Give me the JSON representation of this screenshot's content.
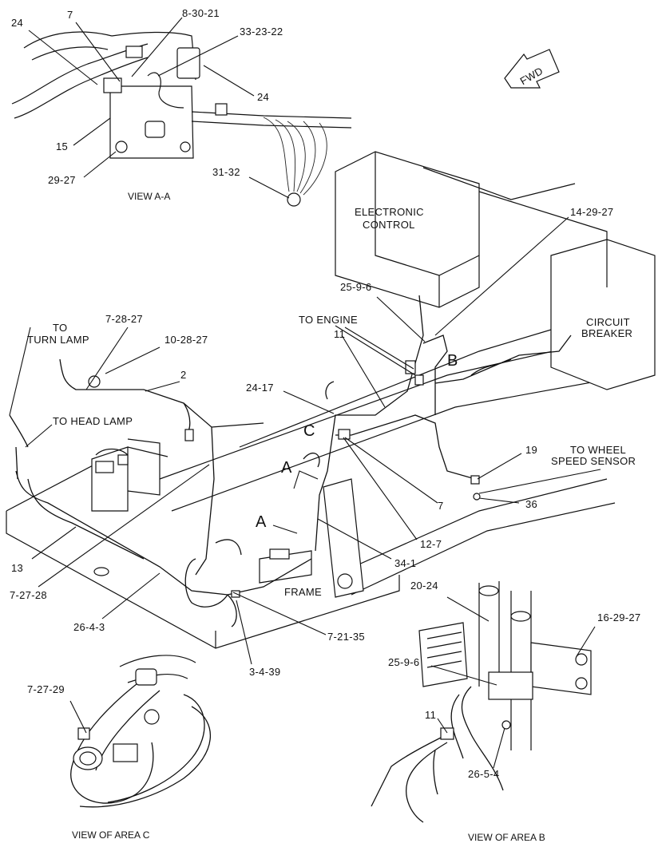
{
  "callouts": {
    "c24_top": "24",
    "c7_top": "7",
    "c8_30_21": "8-30-21",
    "c33_23_22": "33-23-22",
    "c24_right": "24",
    "c15": "15",
    "c29_27": "29-27",
    "c31_32": "31-32",
    "c14_29_27": "14-29-27",
    "c25_9_6": "25-9-6",
    "c11": "11",
    "c7_28_27": "7-28-27",
    "c10_28_27": "10-28-27",
    "c2": "2",
    "c24_17": "24-17",
    "c19": "19",
    "c36": "36",
    "c7_mid": "7",
    "c12_7": "12-7",
    "c34_1": "34-1",
    "c13": "13",
    "c7_27_28": "7-27-28",
    "c26_4_3": "26-4-3",
    "c7_21_35": "7-21-35",
    "c3_4_39": "3-4-39",
    "c20_24": "20-24",
    "c16_29_27": "16-29-27",
    "c25_9_6_b": "25-9-6",
    "c11_b": "11",
    "c26_5_4": "26-5-4",
    "c7_27_29": "7-27-29"
  },
  "labels": {
    "fwd": "FWD",
    "electronic": "ELECTRONIC",
    "control": "CONTROL",
    "circuit": "CIRCUIT",
    "breaker": "BREAKER",
    "to_engine": "TO ENGINE",
    "to": "TO",
    "turn_lamp": "TURN LAMP",
    "to_head_lamp": "TO HEAD LAMP",
    "to_wheel": "TO WHEEL",
    "speed_sensor": "SPEED SENSOR",
    "frame": "FRAME",
    "letter_b": "B",
    "letter_c": "C",
    "letter_a1": "A",
    "letter_a2": "A"
  },
  "views": {
    "view_aa": "VIEW A-A",
    "area_c": "VIEW OF AREA C",
    "area_b": "VIEW OF AREA B"
  }
}
